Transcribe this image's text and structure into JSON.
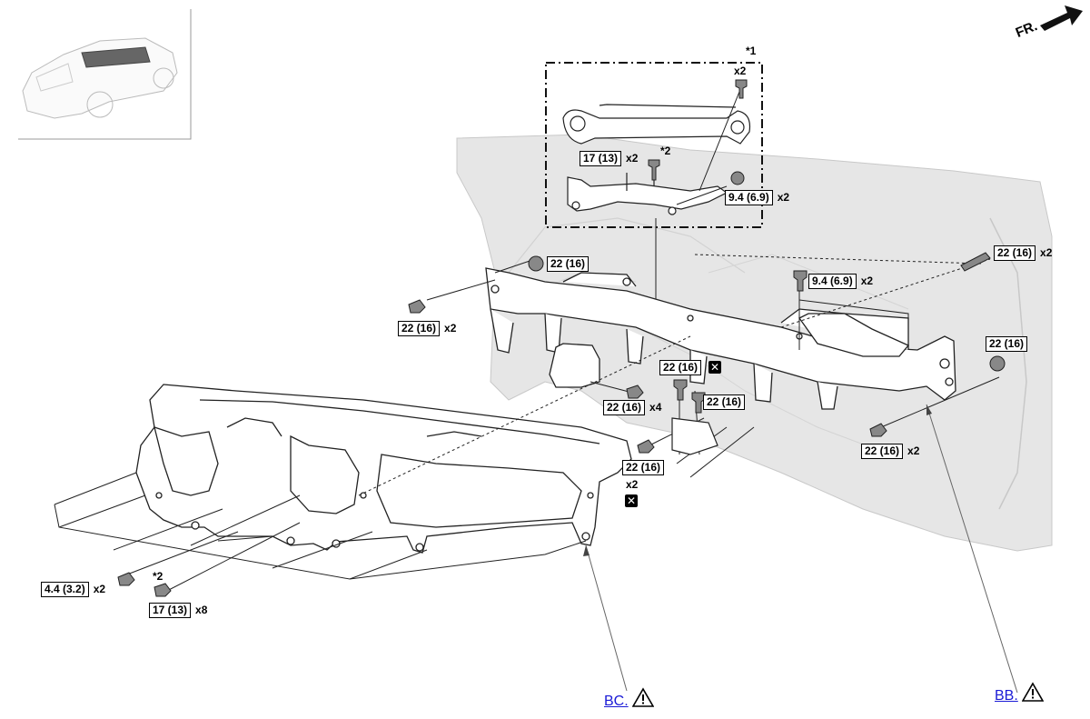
{
  "direction": {
    "label": "FR."
  },
  "notes": {
    "n1": "*1",
    "n2a": "*2",
    "n2b": "*2"
  },
  "torques": [
    {
      "id": "t1",
      "value": "22 (16)",
      "qty": "x2"
    },
    {
      "id": "t2",
      "value": "22 (16)",
      "qty": ""
    },
    {
      "id": "t3",
      "value": "17 (13)",
      "qty": "x2"
    },
    {
      "id": "t4",
      "value": "9.4 (6.9)",
      "qty": "x2"
    },
    {
      "id": "t5",
      "value": "22 (16)",
      "qty": "x2"
    },
    {
      "id": "t6",
      "value": "9.4 (6.9)",
      "qty": "x2"
    },
    {
      "id": "t7",
      "value": "22 (16)",
      "qty": ""
    },
    {
      "id": "t8",
      "value": "22 (16)",
      "qty": ""
    },
    {
      "id": "t9",
      "value": "22 (16)",
      "qty": "x4"
    },
    {
      "id": "t10",
      "value": "22 (16)",
      "qty": ""
    },
    {
      "id": "t11",
      "value": "22 (16)",
      "qty": "x2"
    },
    {
      "id": "t12",
      "value": "22 (16)",
      "qty": ""
    },
    {
      "id": "t13",
      "value": "4.4 (3.2)",
      "qty": "x2"
    },
    {
      "id": "t14",
      "value": "17 (13)",
      "qty": "x8"
    }
  ],
  "extra_qty": {
    "box_qty": "x2",
    "bottom_qty": "x2"
  },
  "links": {
    "bc": "BC.",
    "bb": "BB."
  },
  "colors": {
    "body_shade": "#e6e6e6",
    "line": "#222222",
    "link": "#1a1ad6"
  }
}
